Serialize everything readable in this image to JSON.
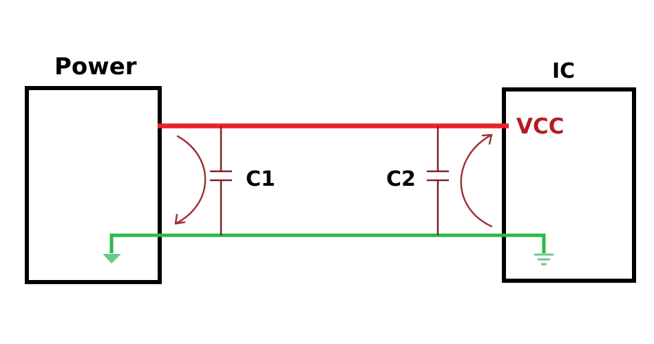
{
  "labels": {
    "power": "Power",
    "ic": "IC",
    "vcc": "VCC",
    "c1": "C1",
    "c2": "C2"
  },
  "colors": {
    "box": "#000000",
    "vcc_rail": "#e8232a",
    "vcc_text": "#b51c22",
    "ground": "#2db84b",
    "ground_symbol": "#6cc98a",
    "capacitor": "#7a2420",
    "current_arrow": "#9b3338",
    "background": "#ffffff"
  }
}
